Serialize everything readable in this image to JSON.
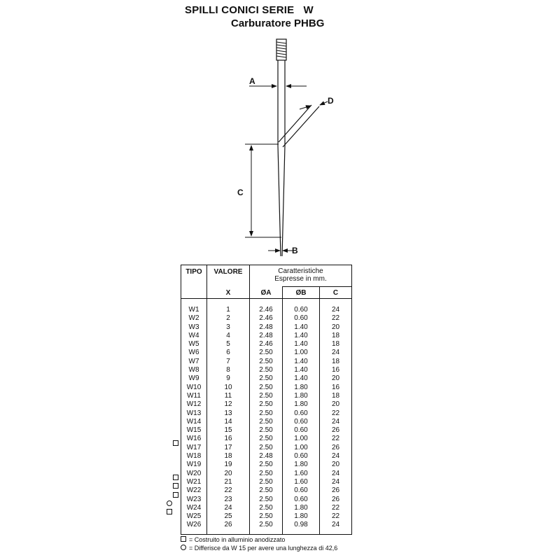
{
  "title": "SPILLI CONICI SERIE",
  "title_series": "W",
  "subtitle": "Carburatore PHBG",
  "dimensions": {
    "a": "A",
    "b": "B",
    "c": "C",
    "d": "D"
  },
  "table": {
    "header": {
      "tipo": "TIPO",
      "valore": "VALORE",
      "caratt_line1": "Caratteristiche",
      "caratt_line2": "Espresse in mm.",
      "x": "X",
      "a": "ØA",
      "b": "ØB",
      "c": "C"
    },
    "rows": [
      [
        "W1",
        "1",
        "2.46",
        "0.60",
        "24"
      ],
      [
        "W2",
        "2",
        "2.46",
        "0.60",
        "22"
      ],
      [
        "W3",
        "3",
        "2.48",
        "1.40",
        "20"
      ],
      [
        "W4",
        "4",
        "2.48",
        "1.40",
        "18"
      ],
      [
        "W5",
        "5",
        "2.46",
        "1.40",
        "18"
      ],
      [
        "W6",
        "6",
        "2.50",
        "1.00",
        "24"
      ],
      [
        "W7",
        "7",
        "2.50",
        "1.40",
        "18"
      ],
      [
        "W8",
        "8",
        "2.50",
        "1.40",
        "16"
      ],
      [
        "W9",
        "9",
        "2.50",
        "1.40",
        "20"
      ],
      [
        "W10",
        "10",
        "2.50",
        "1.80",
        "16"
      ],
      [
        "W11",
        "11",
        "2.50",
        "1.80",
        "18"
      ],
      [
        "W12",
        "12",
        "2.50",
        "1.80",
        "20"
      ],
      [
        "W13",
        "13",
        "2.50",
        "0.60",
        "22"
      ],
      [
        "W14",
        "14",
        "2.50",
        "0.60",
        "24"
      ],
      [
        "W15",
        "15",
        "2.50",
        "0.60",
        "26"
      ],
      [
        "W16",
        "16",
        "2.50",
        "1.00",
        "22"
      ],
      [
        "W17",
        "17",
        "2.50",
        "1.00",
        "26"
      ],
      [
        "W18",
        "18",
        "2.48",
        "0.60",
        "24"
      ],
      [
        "W19",
        "19",
        "2.50",
        "1.80",
        "20"
      ],
      [
        "W20",
        "20",
        "2.50",
        "1.60",
        "24"
      ],
      [
        "W21",
        "21",
        "2.50",
        "1.60",
        "24"
      ],
      [
        "W22",
        "22",
        "2.50",
        "0.60",
        "26"
      ],
      [
        "W23",
        "23",
        "2.50",
        "0.60",
        "26"
      ],
      [
        "W24",
        "24",
        "2.50",
        "1.80",
        "22"
      ],
      [
        "W25",
        "25",
        "2.50",
        "1.80",
        "22"
      ],
      [
        "W26",
        "26",
        "2.50",
        "0.98",
        "24"
      ]
    ]
  },
  "legend": {
    "square_note": "= Costruito in alluminio anodizzato",
    "circle_note": "= Differisce da W 15 per avere una lunghezza di 42,6"
  }
}
